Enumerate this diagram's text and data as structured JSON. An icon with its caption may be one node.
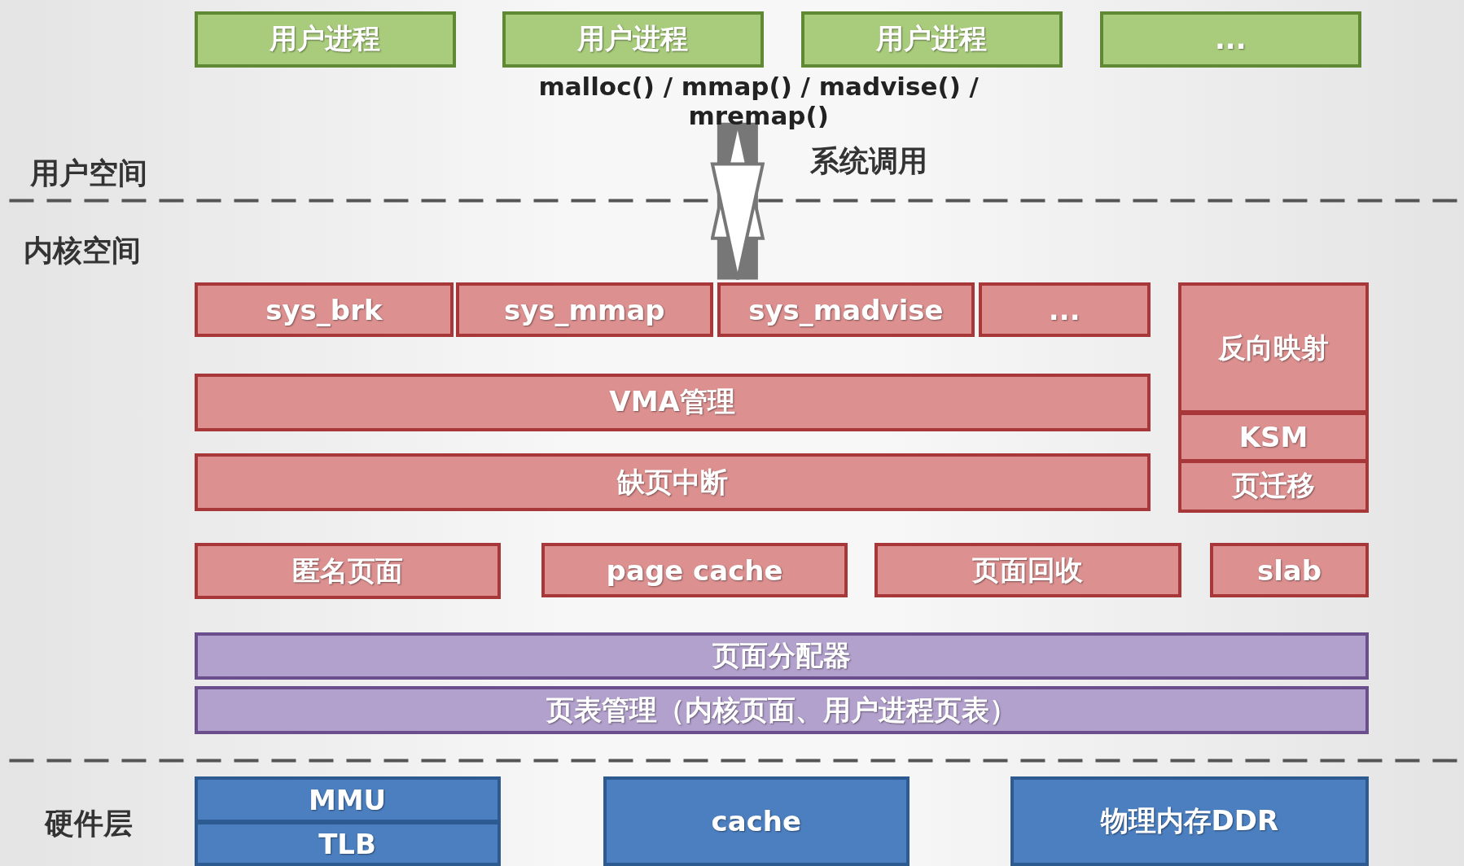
{
  "diagram": {
    "nodes": [
      {
        "text": [
          "用户进程"
        ]
      },
      {
        "text": [
          "用户进程"
        ]
      },
      {
        "text": [
          "用户进程"
        ]
      },
      {
        "text": [
          "..."
        ]
      },
      {
        "text": [
          "malloc() / mmap() / madvise() / mremap()"
        ]
      },
      {
        "text": [
          "sys_brk"
        ]
      },
      {
        "text": [
          "sys_mmap"
        ]
      },
      {
        "text": [
          "sys_madvise"
        ]
      },
      {
        "text": [
          "..."
        ]
      },
      {
        "text": [
          "反向映射"
        ]
      },
      {
        "text": [
          "KSM"
        ]
      },
      {
        "text": [
          "页迁移"
        ]
      },
      {
        "text": [
          "VMA管理"
        ]
      },
      {
        "text": [
          "缺页中断"
        ]
      },
      {
        "text": [
          "匿名页面"
        ]
      },
      {
        "text": [
          "page cache"
        ]
      },
      {
        "text": [
          "页面回收"
        ]
      },
      {
        "text": [
          "slab"
        ]
      },
      {
        "text": [
          "页面分配器"
        ]
      },
      {
        "text": [
          "页表管理（内核页面、用户进程页表）"
        ]
      },
      {
        "text": [
          "MMU"
        ]
      },
      {
        "text": [
          "TLB"
        ]
      },
      {
        "text": [
          "cache"
        ]
      },
      {
        "text": [
          "物理内存DDR"
        ]
      }
    ],
    "edges": [
      {
        "from": 4,
        "to": 7,
        "arrow": "both",
        "label": "系统调用"
      }
    ],
    "labels": [
      "用户空间",
      "内核空间",
      "硬件层"
    ]
  }
}
